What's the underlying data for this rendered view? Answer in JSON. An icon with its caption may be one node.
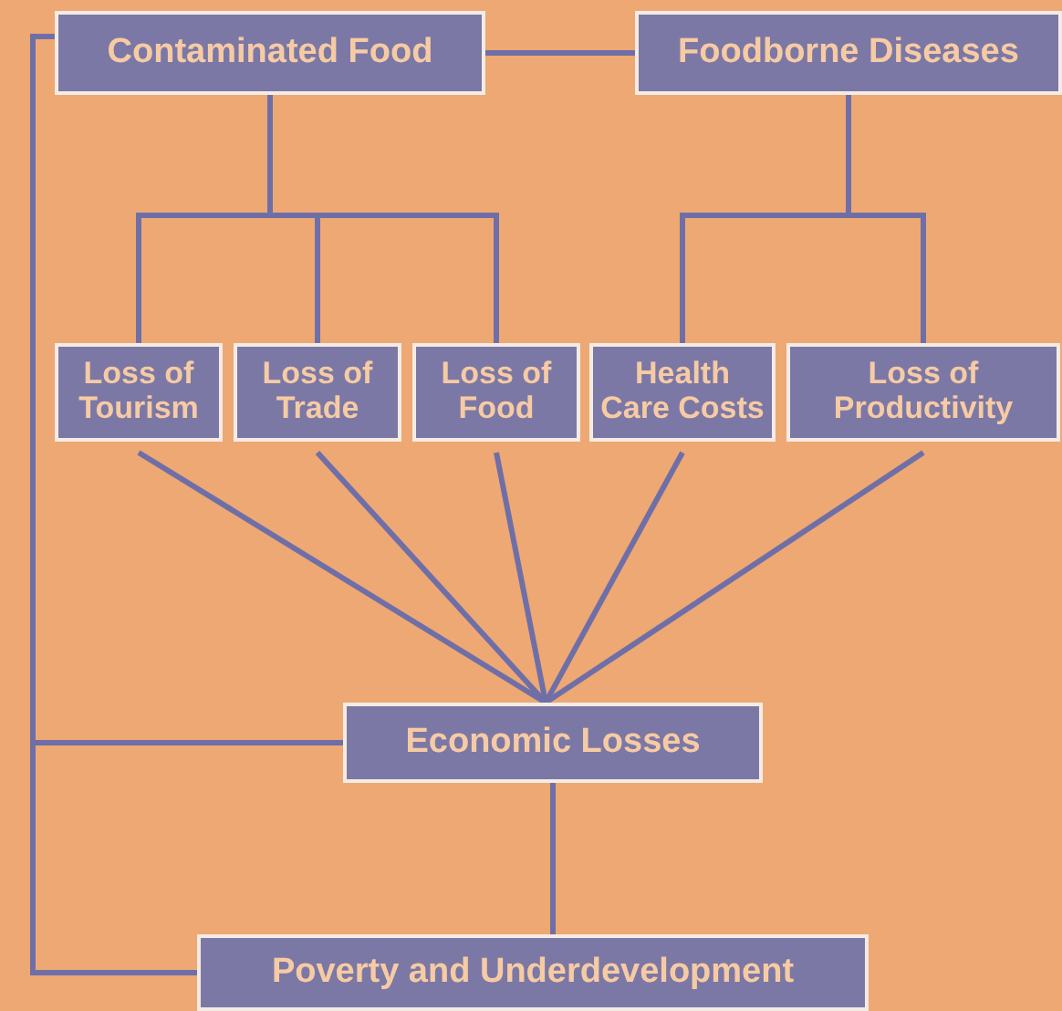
{
  "diagram": {
    "nodes": [
      {
        "text": [
          "Contaminated Food"
        ]
      },
      {
        "text": [
          "Foodborne Diseases"
        ]
      },
      {
        "text": [
          "Loss of Tourism"
        ]
      },
      {
        "text": [
          "Loss of Trade"
        ]
      },
      {
        "text": [
          "Loss of Food"
        ]
      },
      {
        "text": [
          "Health Care Costs"
        ]
      },
      {
        "text": [
          "Loss of Productivity"
        ]
      },
      {
        "text": [
          "Economic Losses"
        ]
      },
      {
        "text": [
          "Poverty and Underdevelopment"
        ]
      }
    ],
    "edges": [
      {
        "from": 0,
        "to": 1,
        "arrow": "none"
      },
      {
        "from": 0,
        "to": 2,
        "arrow": "none"
      },
      {
        "from": 0,
        "to": 3,
        "arrow": "none"
      },
      {
        "from": 0,
        "to": 4,
        "arrow": "none"
      },
      {
        "from": 1,
        "to": 5,
        "arrow": "none"
      },
      {
        "from": 1,
        "to": 6,
        "arrow": "none"
      },
      {
        "from": 2,
        "to": 7,
        "arrow": "none"
      },
      {
        "from": 3,
        "to": 7,
        "arrow": "none"
      },
      {
        "from": 4,
        "to": 7,
        "arrow": "none"
      },
      {
        "from": 5,
        "to": 7,
        "arrow": "none"
      },
      {
        "from": 6,
        "to": 7,
        "arrow": "none"
      },
      {
        "from": 7,
        "to": 8,
        "arrow": "none"
      },
      {
        "from": 0,
        "to": 7,
        "arrow": "none"
      },
      {
        "from": 0,
        "to": 8,
        "arrow": "none"
      }
    ]
  }
}
